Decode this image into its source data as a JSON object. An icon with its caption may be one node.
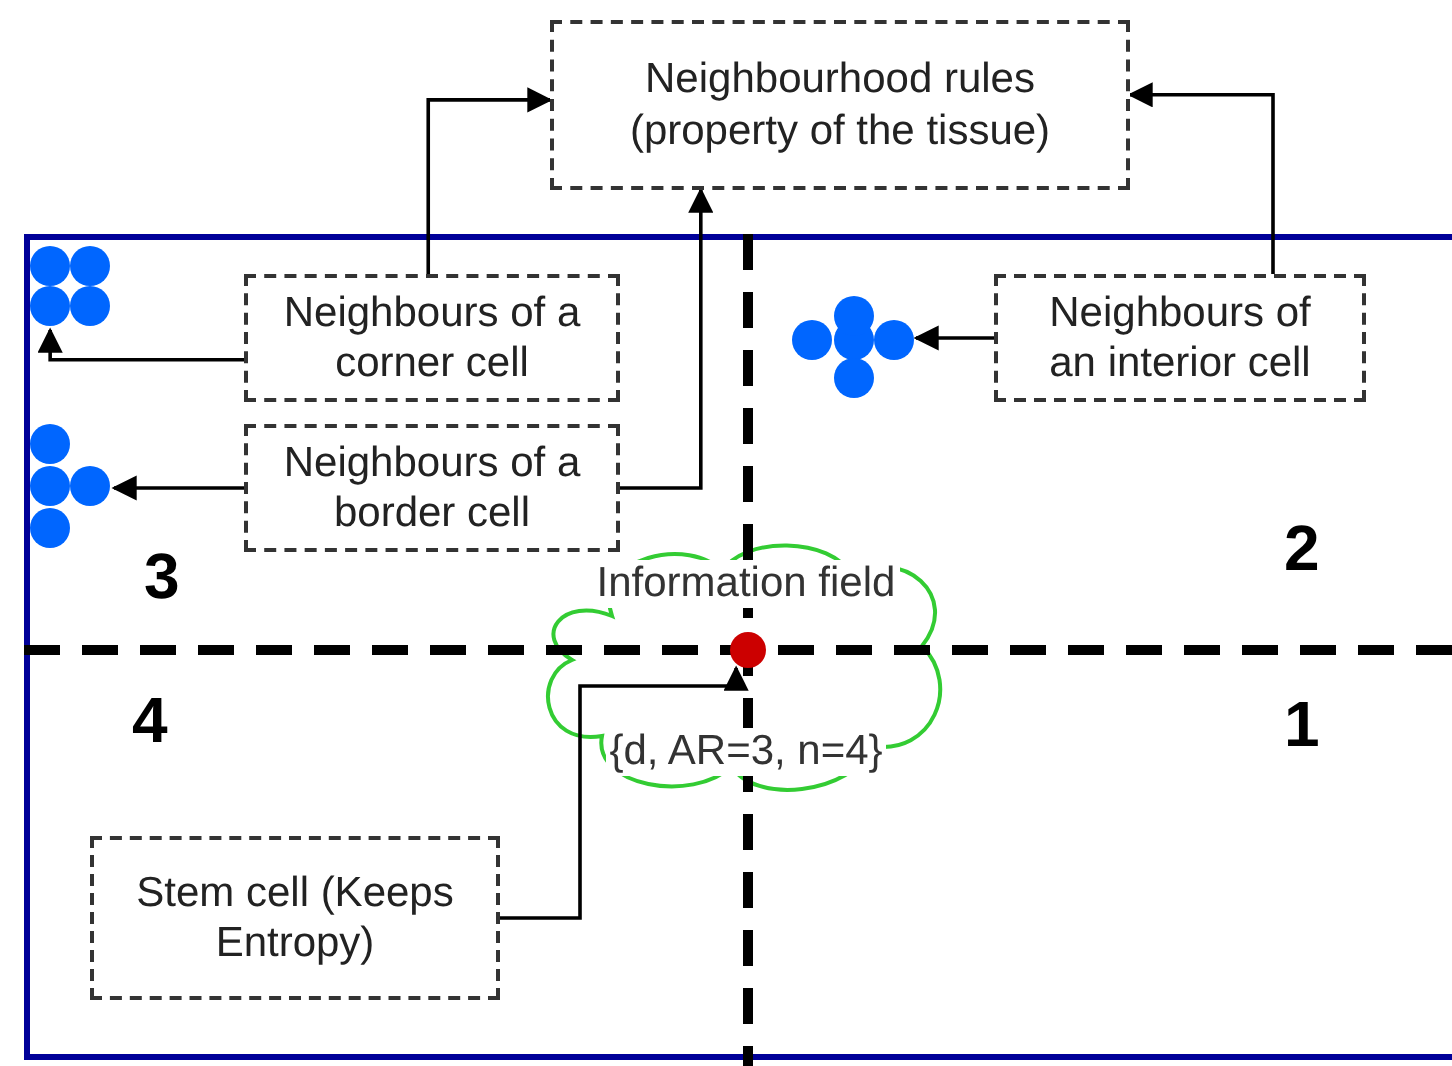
{
  "diagram": {
    "nodes": [
      {
        "text": [
          "Neighbourhood rules (property of the tissue)"
        ]
      },
      {
        "text": [],
        "shape": "box"
      },
      {
        "text": [],
        "shape": "circle",
        "in": 1
      },
      {
        "text": [
          "Neighbours of a corner cell"
        ],
        "in": 1
      },
      {
        "text": [],
        "shape": "circle",
        "in": 1
      },
      {
        "text": [
          "Neighbours of an interior cell"
        ],
        "in": 1
      },
      {
        "text": [],
        "shape": "circle",
        "in": 1
      },
      {
        "text": [
          "Neighbours of a border cell"
        ],
        "in": 1
      },
      {
        "text": [
          "Information field",
          "{d, AR=3, n=4}"
        ],
        "in": 1
      },
      {
        "text": [],
        "shape": "circle",
        "in": 8
      },
      {
        "text": [
          "Stem cell (Keeps Entropy)"
        ],
        "in": 1
      }
    ],
    "edges": [
      {
        "from": 3,
        "to": 0,
        "arrow": "to"
      },
      {
        "from": 3,
        "to": 2,
        "arrow": "to"
      },
      {
        "from": 5,
        "to": 0,
        "arrow": "to"
      },
      {
        "from": 5,
        "to": 4,
        "arrow": "to"
      },
      {
        "from": 7,
        "to": 0,
        "arrow": "to"
      },
      {
        "from": 7,
        "to": 6,
        "arrow": "to"
      },
      {
        "from": 10,
        "to": 9,
        "arrow": "to"
      }
    ],
    "labels": [
      "3",
      "2",
      "4",
      "1"
    ]
  }
}
